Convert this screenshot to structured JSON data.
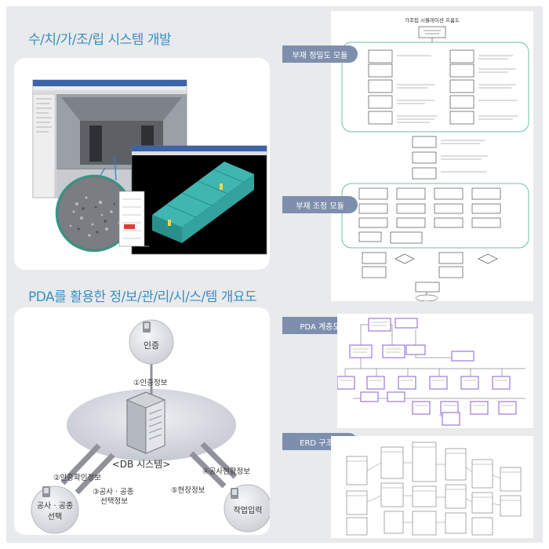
{
  "left": {
    "title1": "수/치/가/조/립 시스템 개발",
    "title2": "PDA를 활용한 정/보/관/리/시/스/템 개요도"
  },
  "pda_diagram": {
    "center": "<DB 시스템>",
    "top_node": "인증",
    "left_node_line1": "공사 · 공종",
    "left_node_line2": "선택",
    "right_node": "작업입력",
    "label1": "①인증정보",
    "label2": "②인증확인정보",
    "label3_line1": "③공사 · 공종",
    "label3_line2": "선택정보",
    "label4": "④공사현황정보",
    "label5": "⑤현장정보"
  },
  "right": {
    "pill1": "부재 정밀도 모듈",
    "pill2": "부재 조정 모듈",
    "pill3": "PDA 계층도",
    "pill4": "ERD 구조도",
    "flow_title": "가조립 시뮬레이션 흐름도"
  },
  "colors": {
    "title_blue": "#3a8fc0",
    "pill_bg": "#7e8fae",
    "frame_bg": "#e9eaec",
    "teal_box": "#3fb6b0",
    "purple_box": "#9b7ad8"
  }
}
